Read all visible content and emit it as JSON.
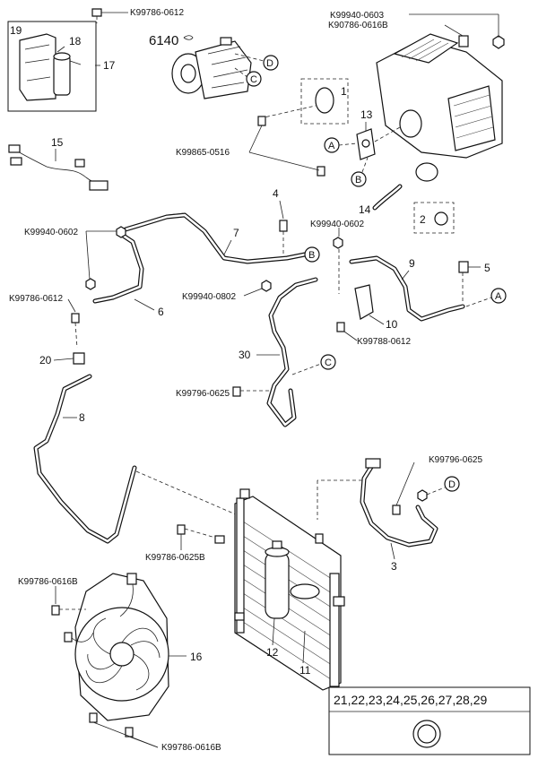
{
  "parts": {
    "bolt_k99786_0612_top": "K99786-0612",
    "bolt_k99940_0603": "K99940-0603",
    "bolt_k90786_0616b": "K90786-0616B",
    "ref_6140": "6140",
    "bolt_k99865_0516": "K99865-0516",
    "bolt_k99940_0602_left": "K99940-0602",
    "bolt_k99940_0602_mid": "K99940-0602",
    "bolt_k99786_0612_left": "K99786-0612",
    "bolt_k99940_0802": "K99940-0802",
    "bolt_k99788_0612": "K99788-0612",
    "bolt_k99796_0625_mid": "K99796-0625",
    "bolt_k99796_0625_right": "K99796-0625",
    "bolt_k99786_0625b": "K99786-0625B",
    "bolt_k99786_0616b_top": "K99786-0616B",
    "bolt_k99786_0616b_bottom": "K99786-0616B",
    "oring_ref_list": "21,22,23,24,25,26,27,28,29"
  },
  "callouts": {
    "n1": "1",
    "n2": "2",
    "n3": "3",
    "n4": "4",
    "n5": "5",
    "n6": "6",
    "n7": "7",
    "n8": "8",
    "n9": "9",
    "n10": "10",
    "n11": "11",
    "n12": "12",
    "n13": "13",
    "n14": "14",
    "n15": "15",
    "n16": "16",
    "n17": "17",
    "n18": "18",
    "n19": "19",
    "n20": "20",
    "n30": "30"
  },
  "connectors": {
    "A": "A",
    "B": "B",
    "C": "C",
    "D": "D"
  }
}
